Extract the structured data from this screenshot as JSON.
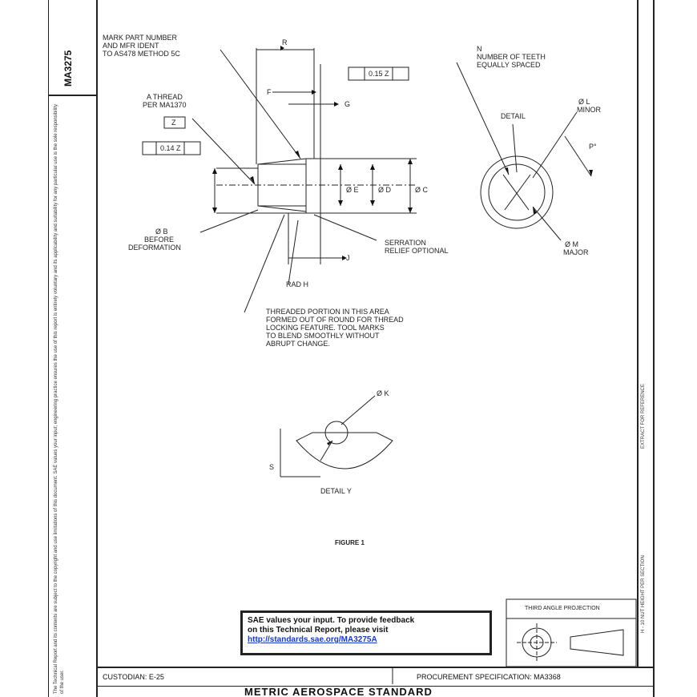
{
  "doc_id": "MA3275",
  "left_margin_text": "The Technical Report and its contents are subject to the copyright and use limitations of this document. SAE values your input; engineering practice ensures the use of this report is entirely voluntary and its applicability and suitability for any particular use is the sole responsibility of the user.",
  "right_margin_text_1": "EXTRACT FOR REFERENCE",
  "right_margin_text_2": "H - 10 NUT HEIGHT PER  SECTION",
  "callouts": {
    "mark_part": [
      "MARK PART NUMBER",
      "AND MFR IDENT",
      "TO AS478 METHOD 5C"
    ],
    "a_thread": [
      "A THREAD",
      "PER MA1370"
    ],
    "z_box": "Z",
    "fcf_left": "0.14  Z",
    "fcf_top": "0.15  Z",
    "dim_r": "R",
    "dim_f": "F",
    "dim_g": "G",
    "dim_j": "J",
    "dim_e": "Ø E",
    "dim_d": "Ø D",
    "dim_c": "Ø C",
    "before_deform": [
      "Ø B",
      "BEFORE",
      "DEFORMATION"
    ],
    "serration": [
      "SERRATION",
      "RELIEF OPTIONAL"
    ],
    "rad_h": "RAD H",
    "threaded": [
      "THREADED PORTION IN THIS AREA",
      "FORMED OUT OF ROUND FOR THREAD",
      "LOCKING FEATURE. TOOL MARKS",
      "TO BLEND SMOOTHLY WITHOUT",
      "ABRUPT CHANGE."
    ],
    "teeth": [
      "N",
      "NUMBER OF TEETH",
      "EQUALLY SPACED"
    ],
    "detail": "DETAIL",
    "minor": [
      "Ø L",
      "MINOR"
    ],
    "p_angle": "P°",
    "major": [
      "Ø M",
      "MAJOR"
    ],
    "dim_k": "Ø K",
    "dim_s": "S",
    "detail_y": "DETAIL Y",
    "figure": "FIGURE 1"
  },
  "notice": {
    "line1": "SAE values your input. To provide feedback",
    "line2": "on this Technical Report, please visit",
    "link": "http://standards.sae.org/MA3275A"
  },
  "projection": "THIRD ANGLE PROJECTION",
  "custodian": "CUSTODIAN: E-25",
  "procurement": "PROCUREMENT SPECIFICATION: MA3368",
  "bottom_title": "METRIC AEROSPACE STANDARD"
}
